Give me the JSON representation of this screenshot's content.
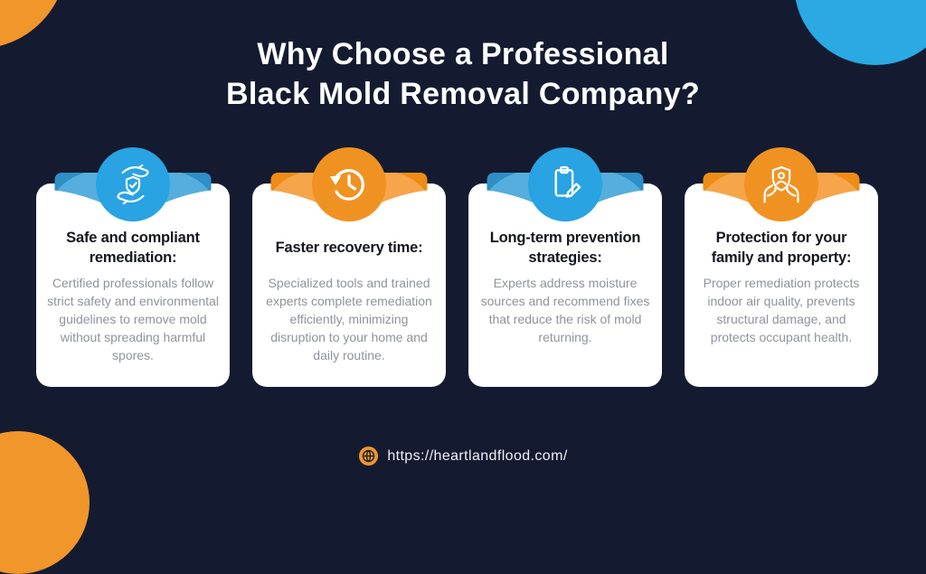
{
  "header": {
    "title_line1": "Why Choose a Professional",
    "title_line2": "Black Mold Removal Company?"
  },
  "cards": [
    {
      "icon": "hands-shield-check-icon",
      "accent": "blue",
      "title": "Safe and compliant remediation:",
      "body": "Certified professionals follow strict safety and environmental guidelines to remove mold without spreading harmful spores."
    },
    {
      "icon": "history-clock-icon",
      "accent": "orange",
      "title": "Faster recovery time:",
      "body": "Specialized tools and trained experts complete remediation efficiently, minimizing disruption to your home and daily routine."
    },
    {
      "icon": "clipboard-pencil-icon",
      "accent": "blue",
      "title": "Long-term prevention strategies:",
      "body": "Experts address moisture sources and recommend fixes that reduce the risk of mold returning."
    },
    {
      "icon": "hands-shield-person-icon",
      "accent": "orange",
      "title": "Protection for your family and property:",
      "body": "Proper remediation protects indoor air quality, prevents structural damage, and protects occupant health."
    }
  ],
  "footer": {
    "icon": "globe-icon",
    "url": "https://heartlandflood.com/"
  },
  "colors": {
    "background": "#141b30",
    "card_background": "#ffffff",
    "accent_blue": "#29a3e2",
    "accent_blue_ribbon": "#55aedd",
    "accent_blue_fold": "#2d8fc6",
    "accent_orange": "#f09222",
    "accent_orange_ribbon": "#f6a54b",
    "accent_orange_fold": "#ee8c15",
    "decor_orange": "#f0962b",
    "decor_blue": "#2aa9e2",
    "heading_text": "#14161f",
    "body_text": "#8f939c",
    "title_text": "#ffffff"
  }
}
